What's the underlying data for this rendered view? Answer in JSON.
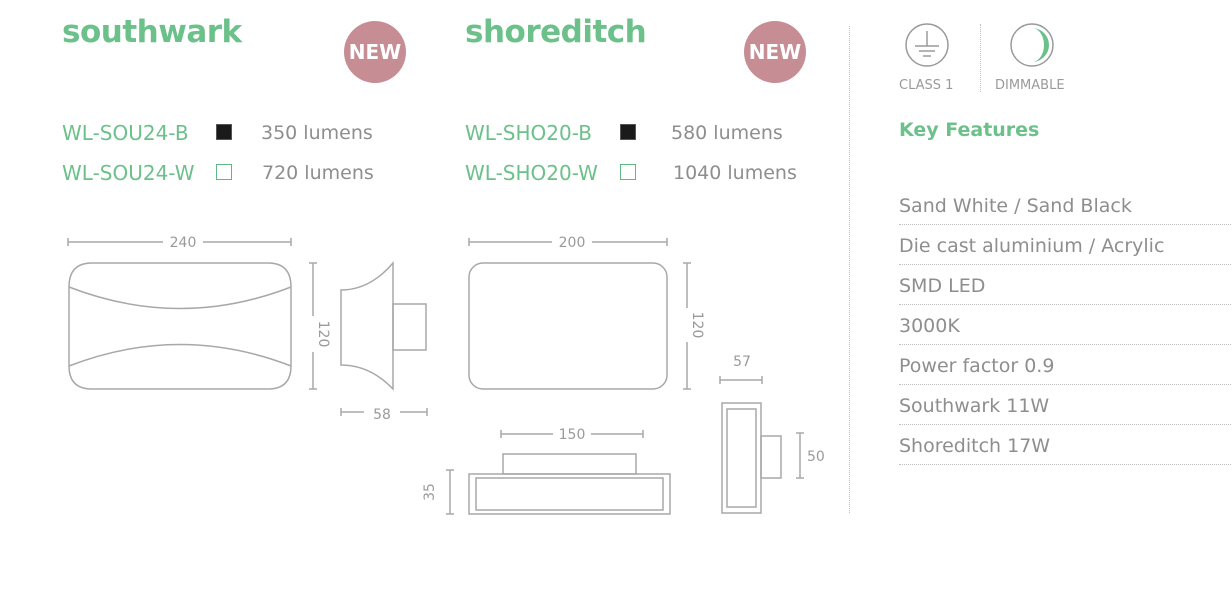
{
  "southwark": {
    "title": "southwark",
    "badge": "NEW",
    "models": [
      {
        "code": "WL-SOU24-B",
        "swatch": "black",
        "lumens": "350 lumens"
      },
      {
        "code": "WL-SOU24-W",
        "swatch": "white",
        "lumens": "720 lumens"
      }
    ],
    "dims": {
      "width": "240",
      "height": "120",
      "depth": "58"
    }
  },
  "shoreditch": {
    "title": "shoreditch",
    "badge": "NEW",
    "models": [
      {
        "code": "WL-SHO20-B",
        "swatch": "black",
        "lumens": "580 lumens"
      },
      {
        "code": "WL-SHO20-W",
        "swatch": "white",
        "lumens": "1040 lumens"
      }
    ],
    "dims": {
      "width": "200",
      "height": "120",
      "bottom_width": "150",
      "bottom_height": "35",
      "side_depth": "57",
      "side_height": "50"
    }
  },
  "icons": {
    "class1": {
      "icon": "earth-ground-icon",
      "label": "CLASS 1"
    },
    "dimmable": {
      "icon": "dimmable-icon",
      "label": "DIMMABLE"
    }
  },
  "key_features": {
    "title": "Key Features",
    "items": [
      "Sand White / Sand Black",
      "Die cast aluminium / Acrylic",
      "SMD LED",
      "3000K",
      "Power factor 0.9",
      "Southwark 11W",
      "Shoreditch 17W"
    ]
  },
  "colors": {
    "accent": "#6cc08a",
    "badge": "#c78d95",
    "text_grey": "#8e8e8e",
    "line_grey": "#a8a8a8"
  }
}
